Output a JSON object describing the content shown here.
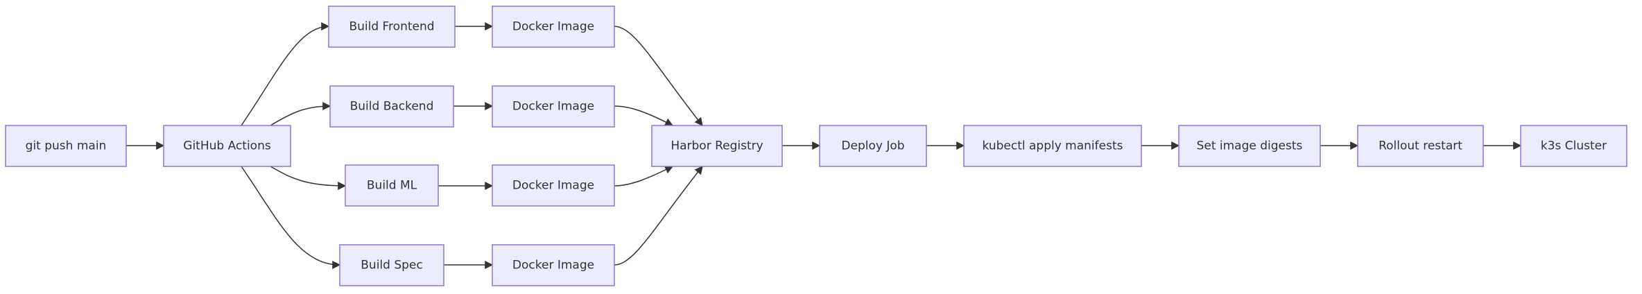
{
  "nodes": {
    "git_push": "git push main",
    "github_actions": "GitHub Actions",
    "build_frontend": "Build Frontend",
    "build_backend": "Build Backend",
    "build_ml": "Build ML",
    "build_spec": "Build Spec",
    "docker_frontend": "Docker Image",
    "docker_backend": "Docker Image",
    "docker_ml": "Docker Image",
    "docker_spec": "Docker Image",
    "harbor": "Harbor Registry",
    "deploy_job": "Deploy Job",
    "kubectl": "kubectl apply manifests",
    "digests": "Set image digests",
    "rollout": "Rollout restart",
    "k3s": "k3s Cluster"
  },
  "colors": {
    "node_fill": "#ECECFF",
    "node_stroke": "#9370DB",
    "edge": "#333333",
    "text": "#333333"
  }
}
